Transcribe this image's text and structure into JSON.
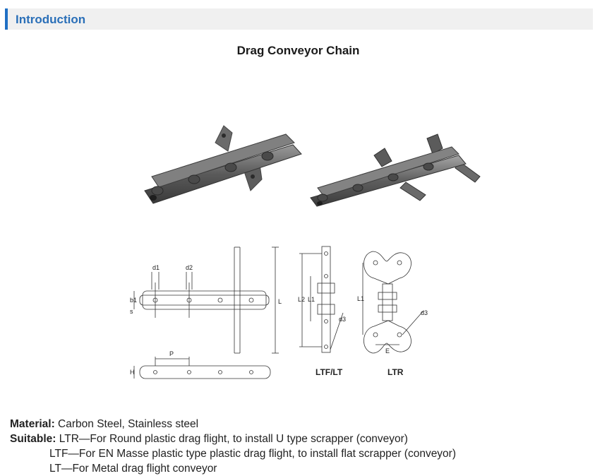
{
  "header": {
    "title": "Introduction"
  },
  "main": {
    "title": "Drag Conveyor Chain",
    "drawing_labels": {
      "d1": "d1",
      "d2": "d2",
      "b1": "b1",
      "s": "s",
      "L": "L",
      "P": "P",
      "H": "H",
      "L1": "L1",
      "L2": "L2",
      "d3": "d3",
      "E": "E"
    },
    "captions": {
      "ltf_lt": "LTF/LT",
      "ltr": "LTR"
    }
  },
  "specs": {
    "material_label": "Material:",
    "material_value": " Carbon Steel, Stainless steel",
    "suitable_label": "Suitable:",
    "suitable_ltr": " LTR—For Round plastic drag flight,  to install U type scrapper (conveyor)",
    "suitable_ltf": "LTF—For EN Masse plastic type plastic drag flight, to install flat scrapper (conveyor)",
    "suitable_lt": "LT—For Metal drag flight conveyor"
  }
}
